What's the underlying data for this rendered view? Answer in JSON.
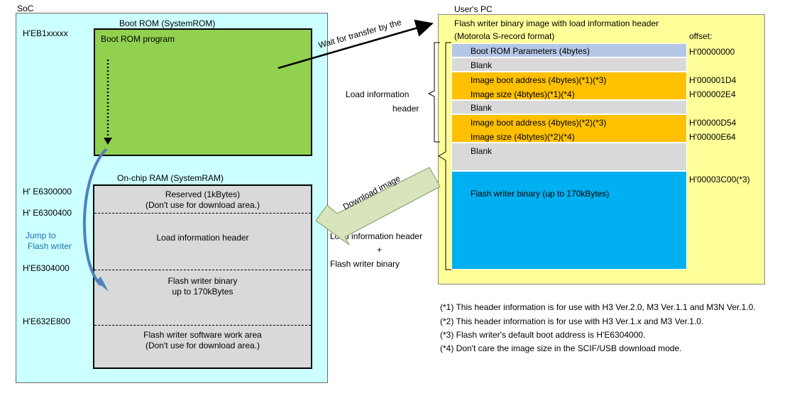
{
  "soc": {
    "label": "SoC",
    "boot_rom_title": "Boot ROM (SystemROM)",
    "boot_rom_program": "Boot ROM program",
    "ram_title": "On-chip RAM (SystemRAM)",
    "addresses": [
      "H'EB1xxxxx",
      "H' E6300000",
      "H' E6300400",
      "H'E6304000",
      "H'E632E800"
    ],
    "jump_label": [
      "Jump to",
      "Flash writer"
    ],
    "ram_sections": [
      [
        "Reserved  (1kBytes)",
        "(Don't use for download  area.)"
      ],
      [
        "Load information  header"
      ],
      [
        "Flash writer  binary",
        "up to 170kBytes"
      ],
      [
        "Flash writer software work area",
        "(Don't use for download  area.)"
      ]
    ]
  },
  "pc": {
    "label": "User's PC",
    "image_title": [
      "Flash writer binary image with load information header",
      "(Motorola S-record format)"
    ],
    "offset_header": "offset:",
    "blocks": [
      {
        "label": "Boot ROM Parameters (4bytes)",
        "offset": "H'00000000"
      },
      {
        "label": "Blank",
        "offset": ""
      },
      {
        "label": "Image boot address (4bytes)(*1)(*3)",
        "offset": "H'000001D4"
      },
      {
        "label": "Image size (4btytes)(*1)(*4)",
        "offset": "H'000002E4"
      },
      {
        "label": "Blank",
        "offset": ""
      },
      {
        "label": "Image boot address (4bytes)(*2)(*3)",
        "offset": "H'00000D54"
      },
      {
        "label": "Image size (4btytes)(*2)(*4)",
        "offset": "H'00000E64"
      },
      {
        "label": "Blank",
        "offset": ""
      },
      {
        "label": "Flash writer binary (up to 170kBytes)",
        "offset": "H'00003C00(*3)"
      }
    ],
    "brace_label": [
      "Load information",
      "header"
    ]
  },
  "arrows": {
    "wait_label": "Wait for transfer by the",
    "download_label": "Download image",
    "transfer_label": [
      "Load information header",
      "+",
      "Flash writer binary"
    ]
  },
  "notes": [
    "(*1) This header information is for use with H3 Ver.2.0, M3 Ver.1.1 and M3N Ver.1.0.",
    "(*2) This header information is for use with H3 Ver.1.x and M3 Ver.1.0.",
    "(*3) Flash writer's default boot address is H'E6304000.",
    "(*4) Don't care the image size in the SCIF/USB download mode."
  ],
  "colors": {
    "soc_bg": "#ccffff",
    "pc_bg": "#ffff99",
    "boot_rom": "#92d050",
    "ram": "#d9d9d9",
    "param": "#b4c7e7",
    "blank": "#d9d9d9",
    "header_field": "#ffc000",
    "binary": "#00b0f0",
    "jump_arrow": "#4f81bd",
    "download_arrow": "#d7e4bd"
  }
}
